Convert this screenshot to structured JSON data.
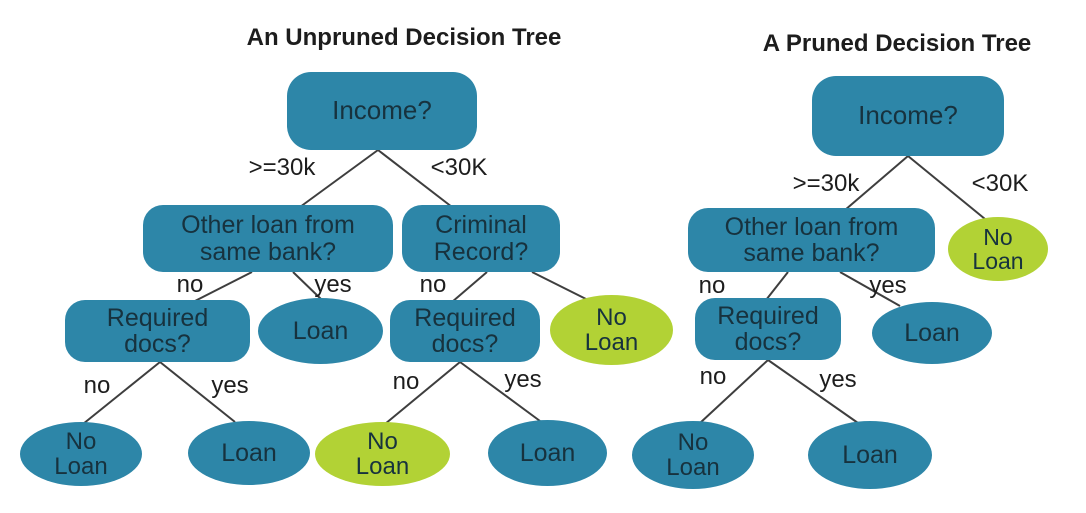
{
  "colors": {
    "node_teal": "#2d86a8",
    "leaf_green": "#b2d235",
    "edge_line": "#3e3e3e",
    "node_text": "#17323e",
    "label_text": "#1d1d1d",
    "background": "#ffffff"
  },
  "unpruned": {
    "title": "An Unpruned Decision Tree",
    "nodes": {
      "income": "Income?",
      "other_loan": "Other loan from\nsame bank?",
      "criminal_record": "Criminal\nRecord?",
      "required_docs_left": "Required\ndocs?",
      "required_docs_right": "Required\ndocs?",
      "loan_after_other_yes": "Loan",
      "no_loan_after_criminal": "No\nLoan",
      "no_loan_leaf_far_left": "No\nLoan",
      "loan_leaf_left": "Loan",
      "no_loan_leaf_mid": "No\nLoan",
      "loan_leaf_right": "Loan"
    },
    "branch_labels": {
      "income_left": ">=30k",
      "income_right": "<30K",
      "other_loan_no": "no",
      "other_loan_yes": "yes",
      "criminal_no": "no",
      "docs_left_no": "no",
      "docs_left_yes": "yes",
      "docs_right_no": "no",
      "docs_right_yes": "yes"
    }
  },
  "pruned": {
    "title": "A Pruned Decision Tree",
    "nodes": {
      "income": "Income?",
      "other_loan": "Other loan from\nsame bank?",
      "no_loan_low_income": "No\nLoan",
      "required_docs": "Required\ndocs?",
      "loan_after_other_yes": "Loan",
      "no_loan_leaf": "No\nLoan",
      "loan_leaf": "Loan"
    },
    "branch_labels": {
      "income_left": ">=30k",
      "income_right": "<30K",
      "other_loan_no": "no",
      "other_loan_yes": "yes",
      "docs_no": "no",
      "docs_yes": "yes"
    }
  }
}
